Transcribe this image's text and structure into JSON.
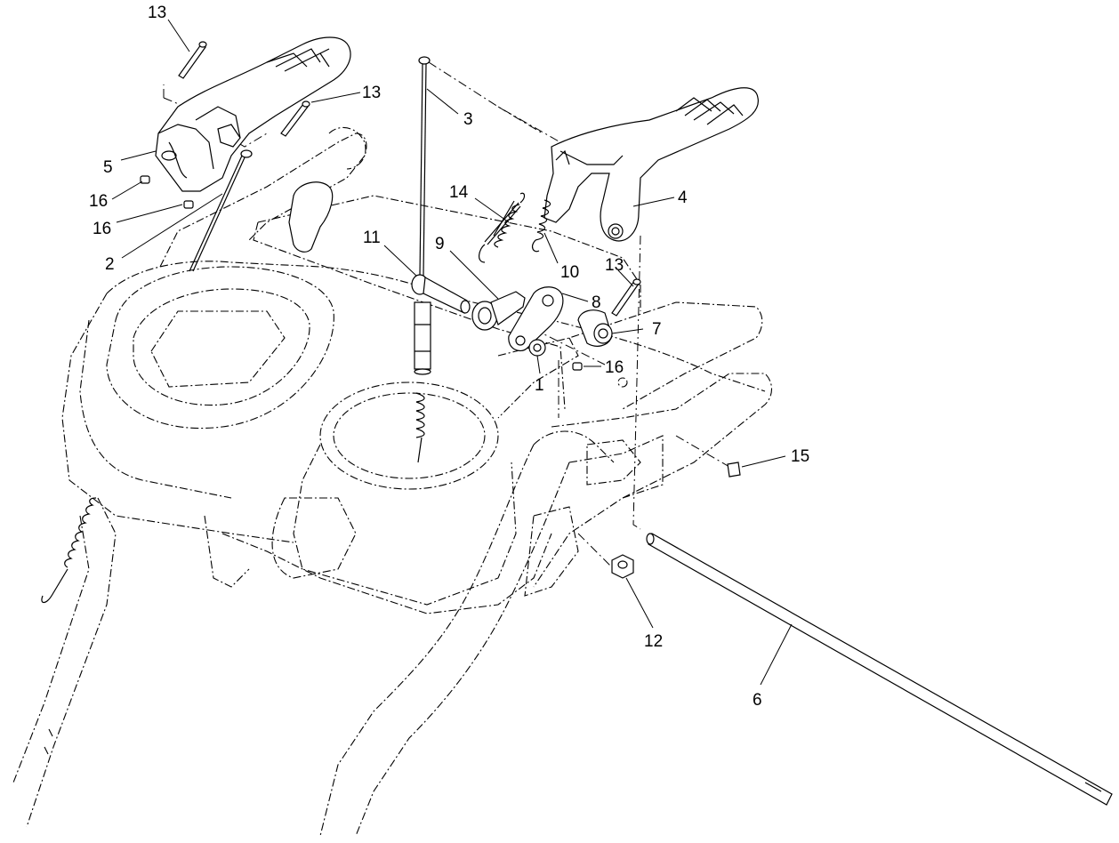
{
  "figure": {
    "type": "exploded-parts-diagram",
    "line_color": "#000000",
    "background": "#ffffff"
  },
  "callouts": [
    {
      "id": "c13a",
      "label": "13"
    },
    {
      "id": "c13b",
      "label": "13"
    },
    {
      "id": "c3",
      "label": "3"
    },
    {
      "id": "c5",
      "label": "5"
    },
    {
      "id": "c16a",
      "label": "16"
    },
    {
      "id": "c16b",
      "label": "16"
    },
    {
      "id": "c2",
      "label": "2"
    },
    {
      "id": "c14",
      "label": "14"
    },
    {
      "id": "c4",
      "label": "4"
    },
    {
      "id": "c11",
      "label": "11"
    },
    {
      "id": "c9",
      "label": "9"
    },
    {
      "id": "c10",
      "label": "10"
    },
    {
      "id": "c13c",
      "label": "13"
    },
    {
      "id": "c8",
      "label": "8"
    },
    {
      "id": "c7",
      "label": "7"
    },
    {
      "id": "c1",
      "label": "1"
    },
    {
      "id": "c16c",
      "label": "16"
    },
    {
      "id": "c15",
      "label": "15"
    },
    {
      "id": "c12",
      "label": "12"
    },
    {
      "id": "c6",
      "label": "6"
    }
  ]
}
